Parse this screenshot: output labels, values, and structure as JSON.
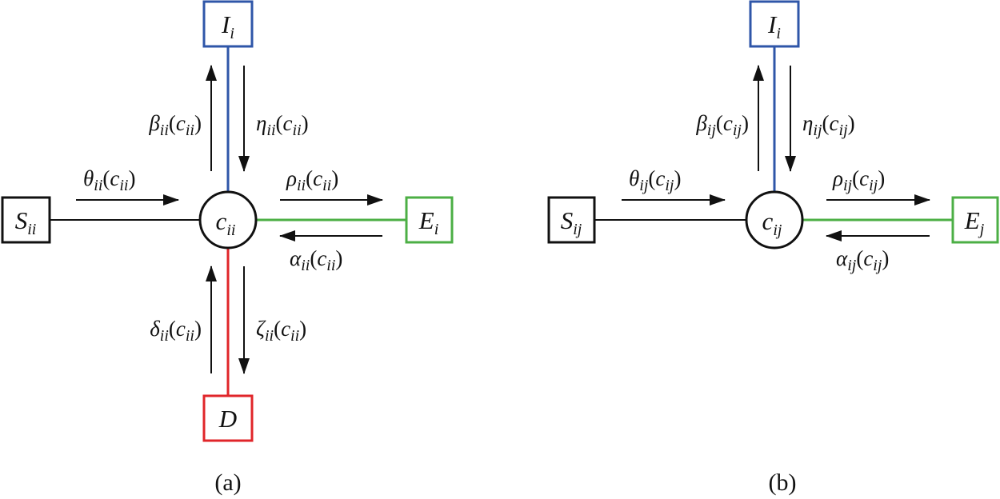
{
  "colors": {
    "ink": "#111111",
    "blue": "#2f56a8",
    "green": "#4caf45",
    "red": "#e0252a"
  },
  "panel_a": {
    "caption": "(a)",
    "center": {
      "base": "c",
      "sub": "ii"
    },
    "box_top": {
      "base": "I",
      "sub": "i"
    },
    "box_left": {
      "base": "S",
      "sub": "ii"
    },
    "box_right": {
      "base": "E",
      "sub": "i"
    },
    "box_bottom": {
      "base": "D",
      "sub": ""
    },
    "label_beta": {
      "base": "β",
      "sub": "ii",
      "arg_base": "c",
      "arg_sub": "ii"
    },
    "label_eta": {
      "base": "η",
      "sub": "ii",
      "arg_base": "c",
      "arg_sub": "ii"
    },
    "label_theta": {
      "base": "θ",
      "sub": "ii",
      "arg_base": "c",
      "arg_sub": "ii"
    },
    "label_rho": {
      "base": "ρ",
      "sub": "ii",
      "arg_base": "c",
      "arg_sub": "ii"
    },
    "label_alpha": {
      "base": "α",
      "sub": "ii",
      "arg_base": "c",
      "arg_sub": "ii"
    },
    "label_delta": {
      "base": "δ",
      "sub": "ii",
      "arg_base": "c",
      "arg_sub": "ii"
    },
    "label_zeta": {
      "base": "ζ",
      "sub": "ii",
      "arg_base": "c",
      "arg_sub": "ii"
    }
  },
  "panel_b": {
    "caption": "(b)",
    "center": {
      "base": "c",
      "sub": "ij"
    },
    "box_top": {
      "base": "I",
      "sub": "i"
    },
    "box_left": {
      "base": "S",
      "sub": "ij"
    },
    "box_right": {
      "base": "E",
      "sub": "j"
    },
    "label_beta": {
      "base": "β",
      "sub": "ij",
      "arg_base": "c",
      "arg_sub": "ij"
    },
    "label_eta": {
      "base": "η",
      "sub": "ij",
      "arg_base": "c",
      "arg_sub": "ij"
    },
    "label_theta": {
      "base": "θ",
      "sub": "ij",
      "arg_base": "c",
      "arg_sub": "ij"
    },
    "label_rho": {
      "base": "ρ",
      "sub": "ij",
      "arg_base": "c",
      "arg_sub": "ij"
    },
    "label_alpha": {
      "base": "α",
      "sub": "ij",
      "arg_base": "c",
      "arg_sub": "ij"
    }
  }
}
